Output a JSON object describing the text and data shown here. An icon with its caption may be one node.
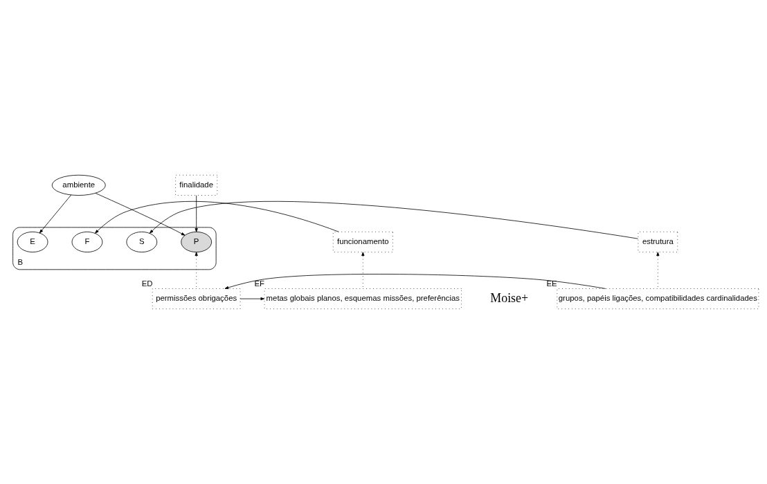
{
  "diagram": {
    "nodes": [
      {
        "text": [
          "ambiente"
        ]
      },
      {
        "text": [
          "finalidade"
        ]
      },
      {
        "text": [
          "B"
        ]
      },
      {
        "text": [
          "E"
        ],
        "in": 2
      },
      {
        "text": [
          "P"
        ],
        "in": 2
      },
      {
        "text": [
          "S"
        ],
        "in": 2
      },
      {
        "text": [
          "F"
        ],
        "in": 2
      },
      {
        "text": [
          "estrutura"
        ]
      },
      {
        "text": [
          "funcionamento"
        ]
      },
      {
        "text": [
          "grupos, papéis ligações, compatibilidades cardinalidades"
        ],
        "beside": [
          "EE"
        ]
      },
      {
        "text": [
          "permissões obrigações"
        ],
        "beside": [
          "ED"
        ]
      },
      {
        "text": [
          "metas globais planos, esquemas missões, preferências"
        ],
        "beside": [
          "EF"
        ]
      }
    ],
    "edges": [
      {
        "from": 0,
        "to": 3,
        "arrow": "to"
      },
      {
        "from": 0,
        "to": 4,
        "arrow": "to"
      },
      {
        "from": 1,
        "to": 4,
        "arrow": "to"
      },
      {
        "from": 7,
        "to": 5,
        "arrow": "to"
      },
      {
        "from": 8,
        "to": 6,
        "arrow": "to"
      },
      {
        "from": 9,
        "to": 7,
        "arrow": "to",
        "style": "dashed"
      },
      {
        "from": 10,
        "to": 4,
        "arrow": "to",
        "style": "dashed"
      },
      {
        "from": 11,
        "to": 8,
        "arrow": "to",
        "style": "dashed"
      },
      {
        "from": 9,
        "to": 10,
        "arrow": "to"
      },
      {
        "from": 10,
        "to": 11,
        "arrow": "to"
      }
    ],
    "labels": [
      "Moise+"
    ]
  }
}
